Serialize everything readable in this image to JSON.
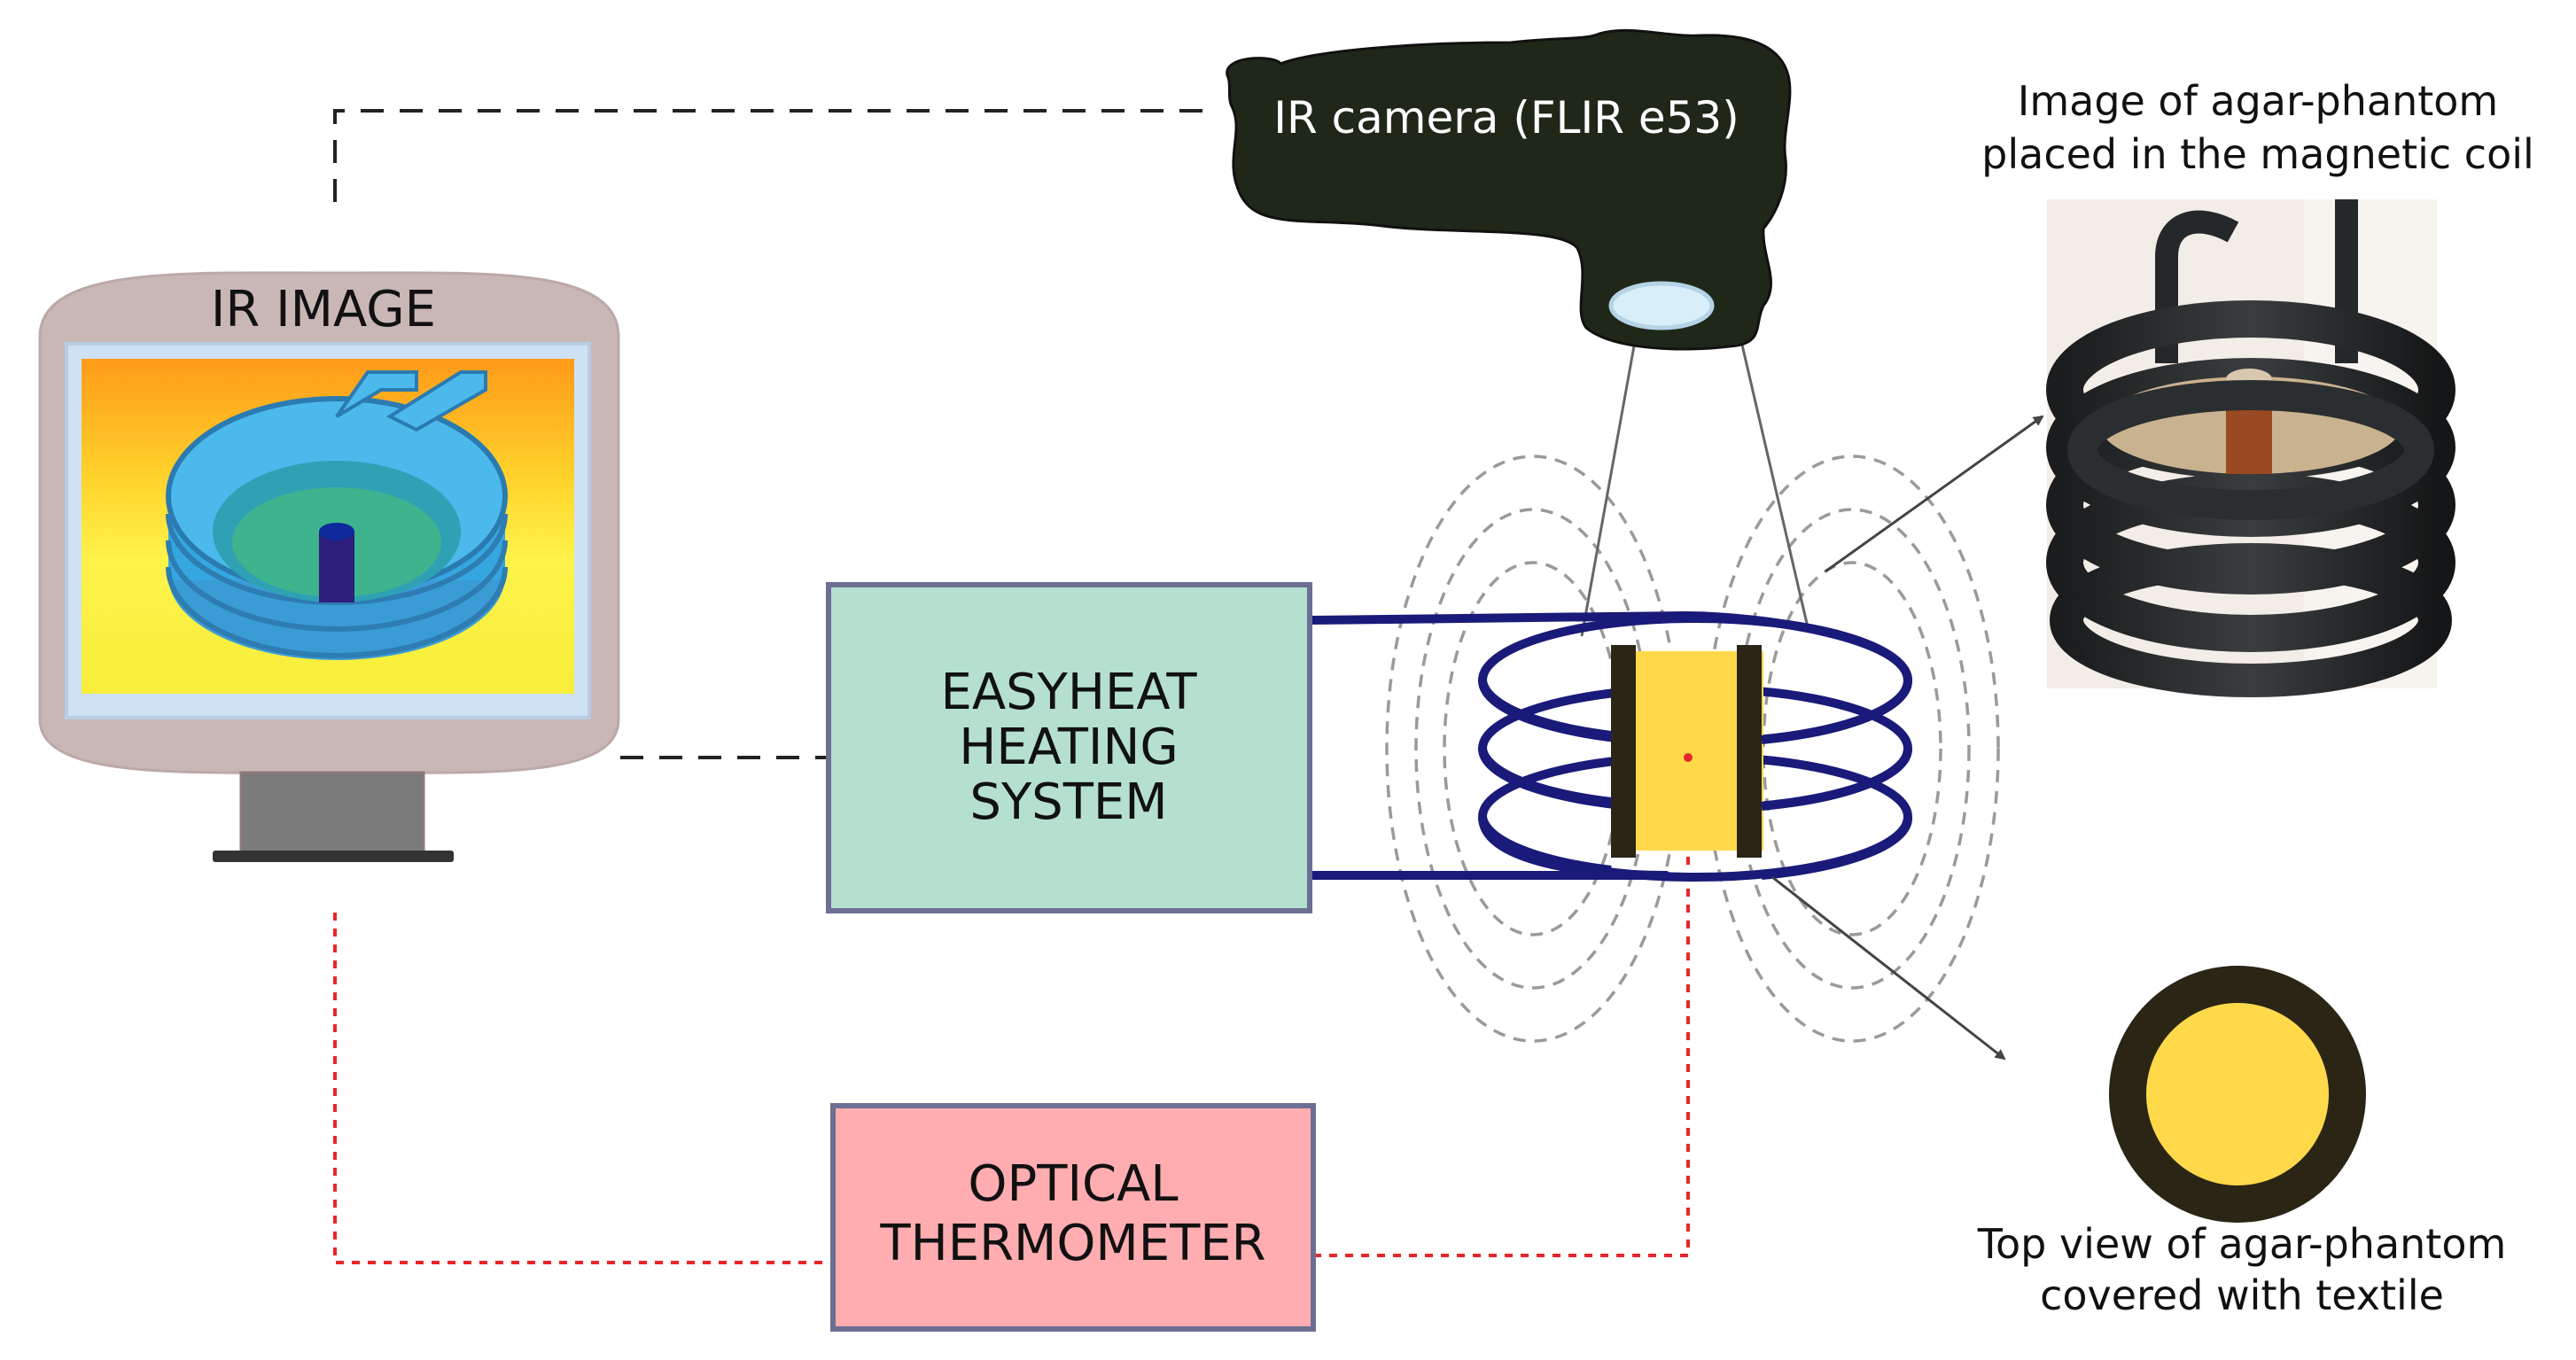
{
  "monitor": {
    "title": "IR IMAGE"
  },
  "camera": {
    "label": "IR camera (FLIR e53)"
  },
  "heating_system": {
    "line1": "EASYHEAT",
    "line2": "HEATING",
    "line3": "SYSTEM",
    "fill": "#b5e0cf"
  },
  "thermometer": {
    "line1": "OPTICAL",
    "line2": "THERMOMETER",
    "fill": "#ffadb0"
  },
  "photo_caption": {
    "line1": "Image of agar-phantom",
    "line2": "placed in the magnetic coil"
  },
  "topview_caption": {
    "line1": "Top view of agar-phantom",
    "line2": "covered with textile"
  },
  "colors": {
    "coil": "#1a1a7a",
    "phantom": "#ffd94a",
    "textile": "#2a2514",
    "probe_line": "#e8262a"
  }
}
